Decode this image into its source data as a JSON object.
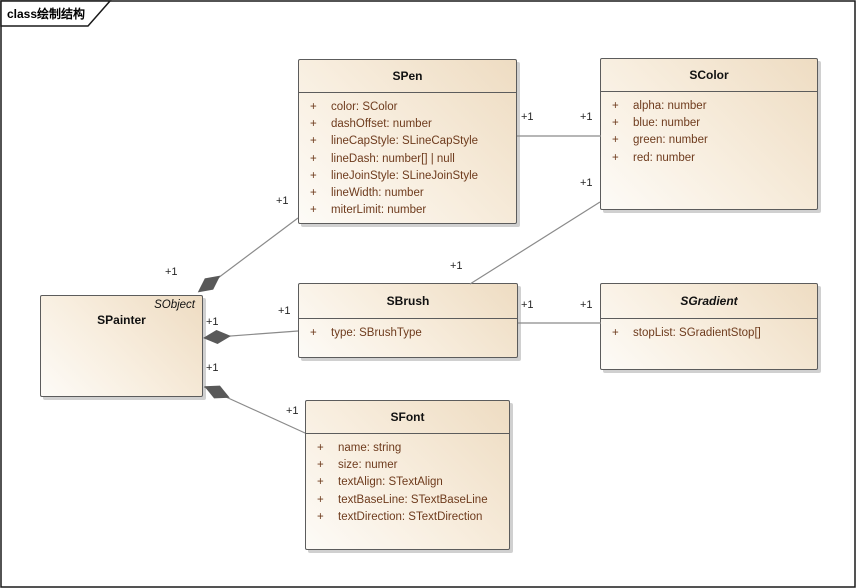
{
  "frame": {
    "tab_label": "class绘制结构"
  },
  "colors": {
    "box_fill_light": "#fdfbf7",
    "box_fill_dark": "#eedcc2",
    "box_border": "#5c5c5c",
    "attr_text": "#6e3b1d",
    "connector_line": "#8a8a8a",
    "diamond_fill": "#595959"
  },
  "classes": {
    "spainter": {
      "name": "SPainter",
      "parent": "SObject"
    },
    "spen": {
      "name": "SPen",
      "attributes": [
        {
          "vis": "+",
          "text": "color: SColor"
        },
        {
          "vis": "+",
          "text": "dashOffset: number"
        },
        {
          "vis": "+",
          "text": "lineCapStyle: SLineCapStyle"
        },
        {
          "vis": "+",
          "text": "lineDash: number[] | null"
        },
        {
          "vis": "+",
          "text": "lineJoinStyle: SLineJoinStyle"
        },
        {
          "vis": "+",
          "text": "lineWidth: number"
        },
        {
          "vis": "+",
          "text": "miterLimit: number"
        }
      ]
    },
    "scolor": {
      "name": "SColor",
      "attributes": [
        {
          "vis": "+",
          "text": "alpha: number"
        },
        {
          "vis": "+",
          "text": "blue: number"
        },
        {
          "vis": "+",
          "text": "green: number"
        },
        {
          "vis": "+",
          "text": "red: number"
        }
      ]
    },
    "sbrush": {
      "name": "SBrush",
      "attributes": [
        {
          "vis": "+",
          "text": "type: SBrushType"
        }
      ]
    },
    "sgradient": {
      "name": "SGradient",
      "abstract": true,
      "attributes": [
        {
          "vis": "+",
          "text": "stopList: SGradientStop[]"
        }
      ]
    },
    "sfont": {
      "name": "SFont",
      "attributes": [
        {
          "vis": "+",
          "text": "name: string"
        },
        {
          "vis": "+",
          "text": "size: numer"
        },
        {
          "vis": "+",
          "text": "textAlign: STextAlign"
        },
        {
          "vis": "+",
          "text": "textBaseLine: STextBaseLine"
        },
        {
          "vis": "+",
          "text": "textDirection: STextDirection"
        }
      ]
    }
  },
  "connectors": {
    "painter_pen": {
      "type": "composition",
      "source_mult": "+1",
      "target_mult": "+1"
    },
    "painter_brush": {
      "type": "composition",
      "source_mult": "+1",
      "target_mult": "+1"
    },
    "painter_font": {
      "type": "composition",
      "source_mult": "+1",
      "target_mult": "+1"
    },
    "pen_color": {
      "type": "association",
      "source_mult": "+1",
      "target_mult": "+1"
    },
    "brush_color": {
      "type": "association",
      "source_mult": "+1",
      "target_mult": "+1"
    },
    "brush_gradient": {
      "type": "association",
      "source_mult": "+1",
      "target_mult": "+1"
    }
  }
}
